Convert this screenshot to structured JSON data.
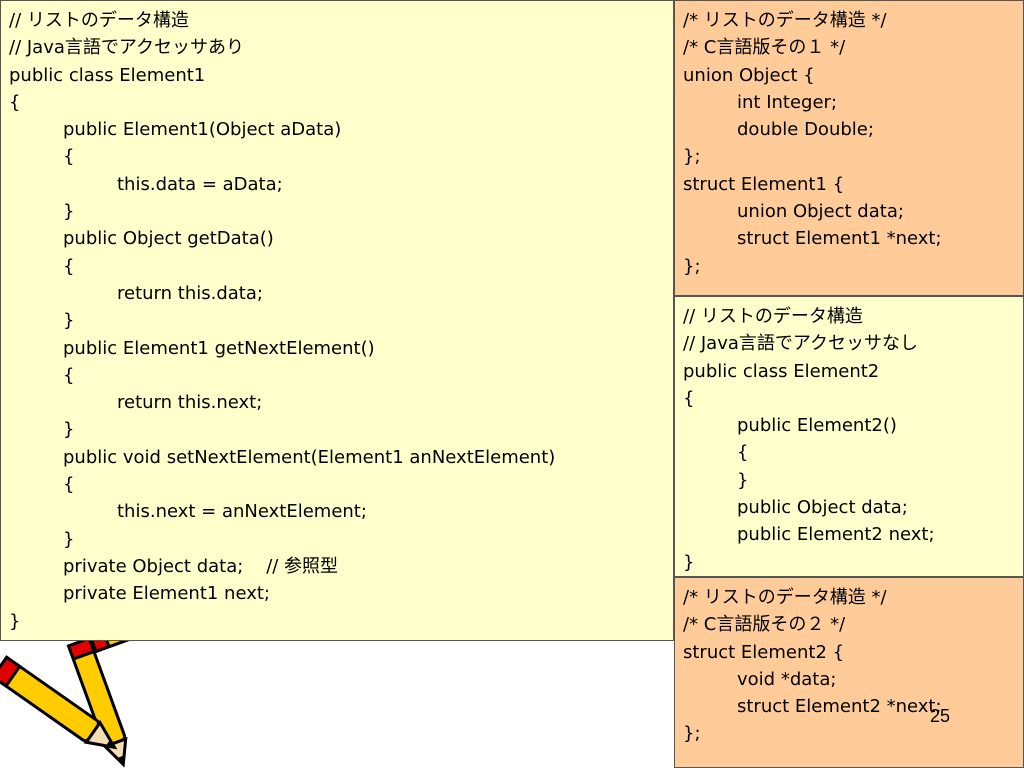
{
  "slide": {
    "page_number": "25",
    "art": "pencils-clipart"
  },
  "java_element1": {
    "lines": [
      "// リストのデータ構造",
      "// Java言語でアクセッサあり",
      "public class Element1",
      "{",
      "public Element1(Object aData)",
      "{",
      "this.data = aData;",
      "}",
      "public Object getData()",
      "{",
      "return this.data;",
      "}",
      "public Element1 getNextElement()",
      "{",
      "return this.next;",
      "}",
      "public void setNextElement(Element1 anNextElement)",
      "{",
      "this.next = anNextElement;",
      "}",
      "private Object data;    // 参照型",
      "private Element1 next;",
      "}"
    ]
  },
  "c_element1": {
    "lines": [
      "/* リストのデータ構造 */",
      "/* C言語版その１ */",
      "union Object {",
      "int Integer;",
      "double Double;",
      "};",
      "struct Element1 {",
      "union Object data;",
      "struct Element1 *next;",
      "};"
    ]
  },
  "java_element2": {
    "lines": [
      "// リストのデータ構造",
      "// Java言語でアクセッサなし",
      "public class Element2",
      "{",
      "public Element2()",
      "{",
      "}",
      "public Object data;",
      "public Element2 next;",
      "}"
    ]
  },
  "c_element2": {
    "lines": [
      "/* リストのデータ構造 */",
      "/* C言語版その２ */",
      "struct Element2 {",
      "void *data;",
      "struct Element2 *next;",
      "};"
    ]
  }
}
